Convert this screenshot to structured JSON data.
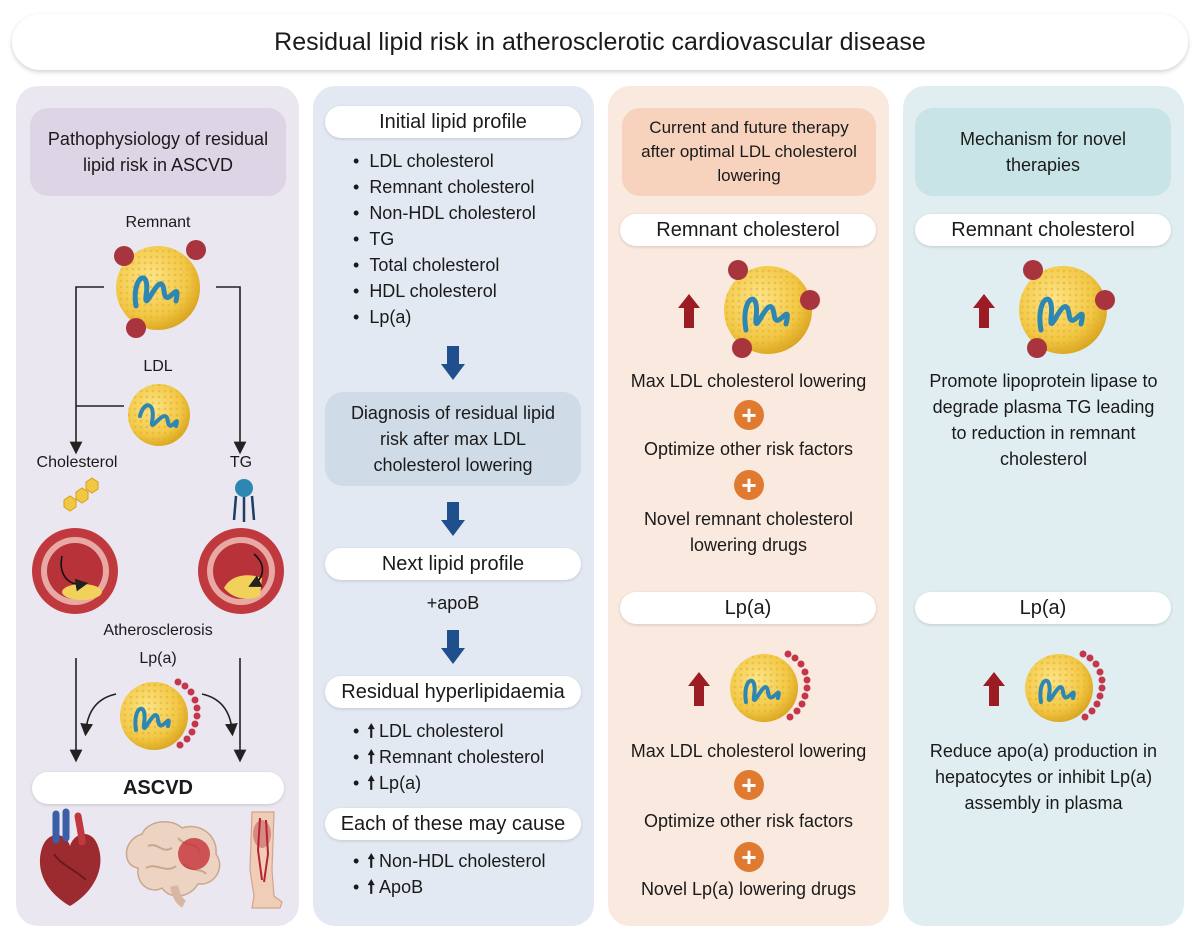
{
  "title": "Residual lipid risk in atherosclerotic cardiovascular disease",
  "panel1": {
    "header": "Pathophysiology of residual lipid risk in ASCVD",
    "remnant_label": "Remnant",
    "ldl_label": "LDL",
    "cholesterol_label": "Cholesterol",
    "tg_label": "TG",
    "atherosclerosis_label": "Atherosclerosis",
    "lpa_label": "Lp(a)",
    "ascvd_label": "ASCVD"
  },
  "panel2": {
    "initial_profile": "Initial lipid profile",
    "initial_items": [
      "LDL cholesterol",
      "Remnant cholesterol",
      "Non-HDL cholesterol",
      "TG",
      "Total cholesterol",
      "HDL cholesterol",
      "Lp(a)"
    ],
    "diagnosis": "Diagnosis of residual lipid risk after max LDL cholesterol lowering",
    "next_profile": "Next lipid profile",
    "apob_add": "+apoB",
    "residual_header": "Residual hyperlipidaemia",
    "residual_items": [
      "LDL cholesterol",
      "Remnant cholesterol",
      "Lp(a)"
    ],
    "cause_header": "Each of these may cause",
    "cause_items": [
      "Non-HDL cholesterol",
      "ApoB"
    ]
  },
  "panel3": {
    "header": "Current and future therapy after optimal LDL cholesterol lowering",
    "remnant_title": "Remnant cholesterol",
    "step1": "Max LDL cholesterol lowering",
    "step2": "Optimize other risk factors",
    "step3_remnant": "Novel remnant cholesterol lowering drugs",
    "lpa_title": "Lp(a)",
    "step1b": "Max LDL cholesterol lowering",
    "step2b": "Optimize other risk factors",
    "step3_lpa": "Novel Lp(a) lowering drugs"
  },
  "panel4": {
    "header": "Mechanism for novel therapies",
    "remnant_title": "Remnant cholesterol",
    "remnant_text": "Promote lipoprotein lipase to degrade plasma TG leading to reduction in remnant cholesterol",
    "lpa_title": "Lp(a)",
    "lpa_text": "Reduce apo(a) production in hepatocytes or inhibit Lp(a) assembly in plasma"
  },
  "colors": {
    "panel1_bg": "#ebe7f0",
    "panel2_bg": "#e3e9f2",
    "panel3_bg": "#fae9df",
    "panel4_bg": "#e1eef1",
    "flow_arrow": "#1f4f8c",
    "up_arrow": "#9c1c24",
    "plus": "#e07a30",
    "particle": "#f2c744",
    "strand": "#2e86b3"
  }
}
